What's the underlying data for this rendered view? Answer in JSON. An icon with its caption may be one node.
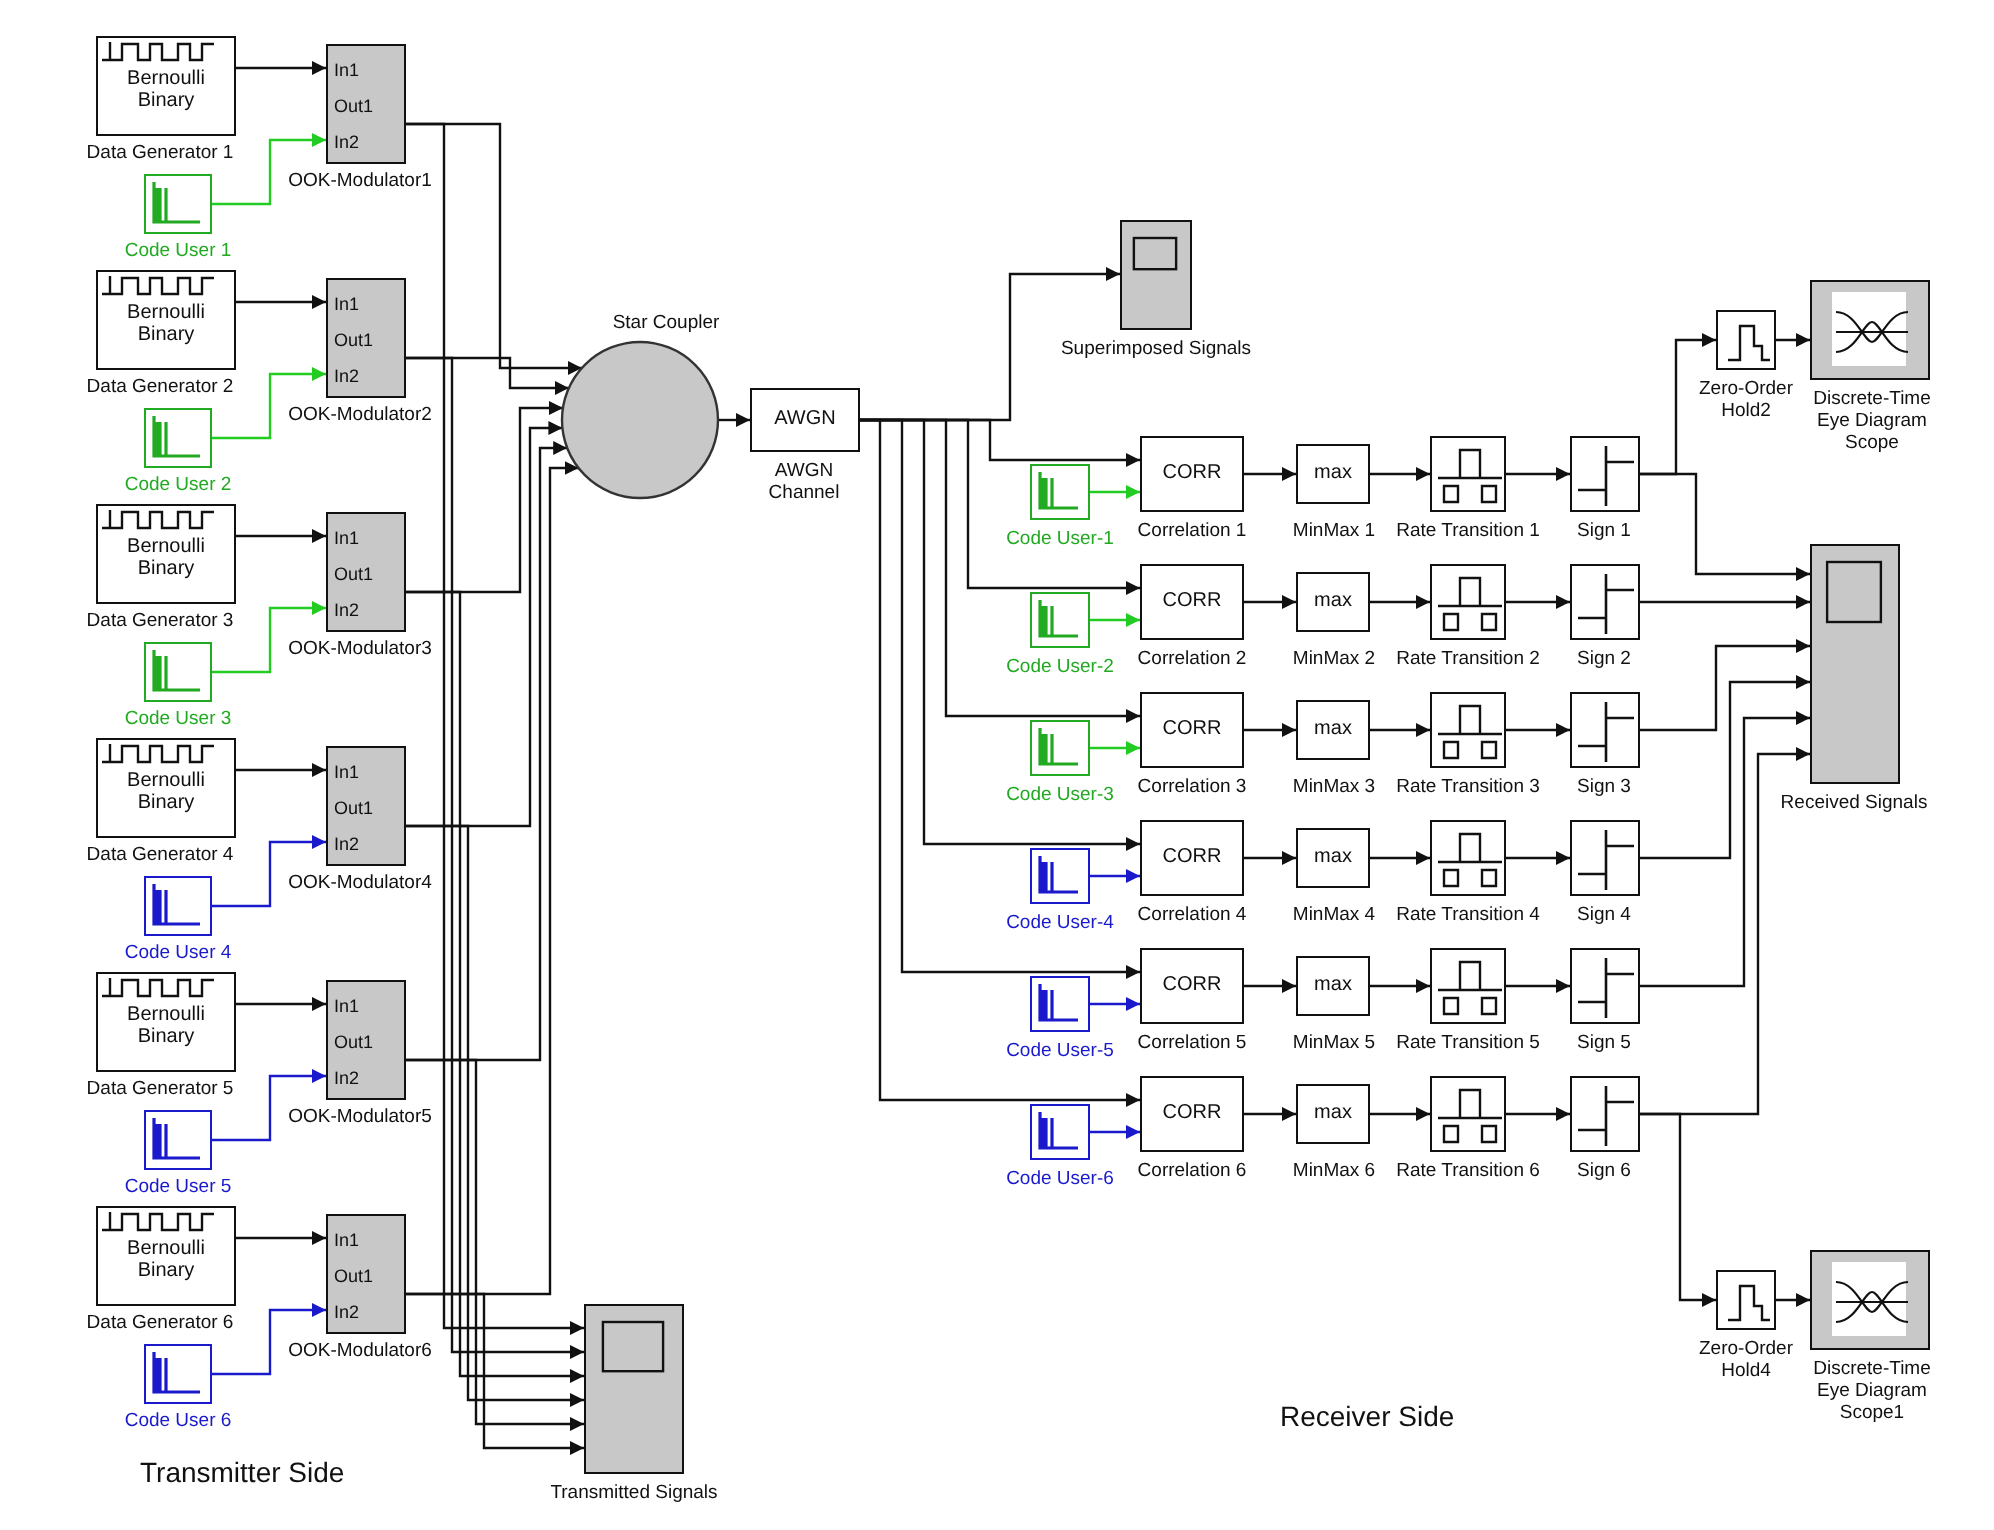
{
  "diagram": {
    "nodes": [
      {
        "text": [
          "Bernoulli Binary",
          "Data Generator 1"
        ]
      },
      {
        "text": [
          "Code User 1"
        ]
      },
      {
        "text": [
          "In1",
          "Out1",
          "In2",
          "OOK-Modulator1"
        ]
      },
      {
        "text": [
          "Bernoulli Binary",
          "Data Generator 2"
        ]
      },
      {
        "text": [
          "Code User 2"
        ]
      },
      {
        "text": [
          "In1",
          "Out1",
          "In2",
          "OOK-Modulator2"
        ]
      },
      {
        "text": [
          "Bernoulli Binary",
          "Data Generator 3"
        ]
      },
      {
        "text": [
          "Code User 3"
        ]
      },
      {
        "text": [
          "In1",
          "Out1",
          "In2",
          "OOK-Modulator3"
        ]
      },
      {
        "text": [
          "Bernoulli Binary",
          "Data Generator 4"
        ]
      },
      {
        "text": [
          "Code User 4"
        ]
      },
      {
        "text": [
          "In1",
          "Out1",
          "In2",
          "OOK-Modulator4"
        ]
      },
      {
        "text": [
          "Bernoulli Binary",
          "Data Generator 5"
        ]
      },
      {
        "text": [
          "Code User 5"
        ]
      },
      {
        "text": [
          "In1",
          "Out1",
          "In2",
          "OOK-Modulator5"
        ]
      },
      {
        "text": [
          "Bernoulli Binary",
          "Data Generator 6"
        ]
      },
      {
        "text": [
          "Code User 6"
        ]
      },
      {
        "text": [
          "In1",
          "Out1",
          "In2",
          "OOK-Modulator6"
        ]
      },
      {
        "text": [
          "Star Coupler"
        ]
      },
      {
        "text": [
          "Transmitted Signals"
        ]
      },
      {
        "text": [
          "AWGN",
          "AWGN Channel"
        ]
      },
      {
        "text": [
          "Superimposed Signals"
        ]
      },
      {
        "text": [
          "Code User-1"
        ]
      },
      {
        "text": [
          "CORR",
          "Correlation 1"
        ]
      },
      {
        "text": [
          "max",
          "MinMax 1"
        ]
      },
      {
        "text": [
          "Rate Transition 1"
        ]
      },
      {
        "text": [
          "Sign 1"
        ]
      },
      {
        "text": [
          "Code User-2"
        ]
      },
      {
        "text": [
          "CORR",
          "Correlation 2"
        ]
      },
      {
        "text": [
          "max",
          "MinMax 2"
        ]
      },
      {
        "text": [
          "Rate Transition 2"
        ]
      },
      {
        "text": [
          "Sign 2"
        ]
      },
      {
        "text": [
          "Code User-3"
        ]
      },
      {
        "text": [
          "CORR",
          "Correlation 3"
        ]
      },
      {
        "text": [
          "max",
          "MinMax 3"
        ]
      },
      {
        "text": [
          "Rate Transition 3"
        ]
      },
      {
        "text": [
          "Sign 3"
        ]
      },
      {
        "text": [
          "Code User-4"
        ]
      },
      {
        "text": [
          "CORR",
          "Correlation 4"
        ]
      },
      {
        "text": [
          "max",
          "MinMax 4"
        ]
      },
      {
        "text": [
          "Rate Transition 4"
        ]
      },
      {
        "text": [
          "Sign 4"
        ]
      },
      {
        "text": [
          "Code User-5"
        ]
      },
      {
        "text": [
          "CORR",
          "Correlation 5"
        ]
      },
      {
        "text": [
          "max",
          "MinMax 5"
        ]
      },
      {
        "text": [
          "Rate Transition 5"
        ]
      },
      {
        "text": [
          "Sign 5"
        ]
      },
      {
        "text": [
          "Code User-6"
        ]
      },
      {
        "text": [
          "CORR",
          "Correlation 6"
        ]
      },
      {
        "text": [
          "max",
          "MinMax 6"
        ]
      },
      {
        "text": [
          "Rate Transition 6"
        ]
      },
      {
        "text": [
          "Sign 6"
        ]
      },
      {
        "text": [
          "Zero-Order Hold2"
        ]
      },
      {
        "text": [
          "Discrete-Time Eye Diagram Scope"
        ]
      },
      {
        "text": [
          "Received Signals"
        ]
      },
      {
        "text": [
          "Zero-Order Hold4"
        ]
      },
      {
        "text": [
          "Discrete-Time Eye Diagram Scope1"
        ]
      }
    ],
    "edges": [
      {
        "from": 0,
        "to": 2,
        "arrow": "to"
      },
      {
        "from": 1,
        "to": 2,
        "arrow": "to",
        "color": "#22cc22"
      },
      {
        "from": 3,
        "to": 5,
        "arrow": "to"
      },
      {
        "from": 4,
        "to": 5,
        "arrow": "to",
        "color": "#22cc22"
      },
      {
        "from": 6,
        "to": 8,
        "arrow": "to"
      },
      {
        "from": 7,
        "to": 8,
        "arrow": "to",
        "color": "#22cc22"
      },
      {
        "from": 9,
        "to": 11,
        "arrow": "to"
      },
      {
        "from": 10,
        "to": 11,
        "arrow": "to",
        "color": "#1a1acc"
      },
      {
        "from": 12,
        "to": 14,
        "arrow": "to"
      },
      {
        "from": 13,
        "to": 14,
        "arrow": "to",
        "color": "#1a1acc"
      },
      {
        "from": 15,
        "to": 17,
        "arrow": "to"
      },
      {
        "from": 16,
        "to": 17,
        "arrow": "to",
        "color": "#1a1acc"
      },
      {
        "from": 2,
        "to": 18,
        "arrow": "to"
      },
      {
        "from": 5,
        "to": 18,
        "arrow": "to"
      },
      {
        "from": 8,
        "to": 18,
        "arrow": "to"
      },
      {
        "from": 11,
        "to": 18,
        "arrow": "to"
      },
      {
        "from": 14,
        "to": 18,
        "arrow": "to"
      },
      {
        "from": 17,
        "to": 18,
        "arrow": "to"
      },
      {
        "from": 2,
        "to": 19,
        "arrow": "to"
      },
      {
        "from": 5,
        "to": 19,
        "arrow": "to"
      },
      {
        "from": 8,
        "to": 19,
        "arrow": "to"
      },
      {
        "from": 11,
        "to": 19,
        "arrow": "to"
      },
      {
        "from": 14,
        "to": 19,
        "arrow": "to"
      },
      {
        "from": 17,
        "to": 19,
        "arrow": "to"
      },
      {
        "from": 18,
        "to": 20,
        "arrow": "to"
      },
      {
        "from": 20,
        "to": 21,
        "arrow": "to"
      },
      {
        "from": 20,
        "to": 23,
        "arrow": "to"
      },
      {
        "from": 20,
        "to": 28,
        "arrow": "to"
      },
      {
        "from": 20,
        "to": 33,
        "arrow": "to"
      },
      {
        "from": 20,
        "to": 38,
        "arrow": "to"
      },
      {
        "from": 20,
        "to": 43,
        "arrow": "to"
      },
      {
        "from": 20,
        "to": 48,
        "arrow": "to"
      },
      {
        "from": 22,
        "to": 23,
        "arrow": "to",
        "color": "#22cc22"
      },
      {
        "from": 23,
        "to": 24,
        "arrow": "to"
      },
      {
        "from": 24,
        "to": 25,
        "arrow": "to"
      },
      {
        "from": 25,
        "to": 26,
        "arrow": "to"
      },
      {
        "from": 27,
        "to": 28,
        "arrow": "to",
        "color": "#22cc22"
      },
      {
        "from": 28,
        "to": 29,
        "arrow": "to"
      },
      {
        "from": 29,
        "to": 30,
        "arrow": "to"
      },
      {
        "from": 30,
        "to": 31,
        "arrow": "to"
      },
      {
        "from": 32,
        "to": 33,
        "arrow": "to",
        "color": "#22cc22"
      },
      {
        "from": 33,
        "to": 34,
        "arrow": "to"
      },
      {
        "from": 34,
        "to": 35,
        "arrow": "to"
      },
      {
        "from": 35,
        "to": 36,
        "arrow": "to"
      },
      {
        "from": 37,
        "to": 38,
        "arrow": "to",
        "color": "#1a1acc"
      },
      {
        "from": 38,
        "to": 39,
        "arrow": "to"
      },
      {
        "from": 39,
        "to": 40,
        "arrow": "to"
      },
      {
        "from": 40,
        "to": 41,
        "arrow": "to"
      },
      {
        "from": 42,
        "to": 43,
        "arrow": "to",
        "color": "#1a1acc"
      },
      {
        "from": 43,
        "to": 44,
        "arrow": "to"
      },
      {
        "from": 44,
        "to": 45,
        "arrow": "to"
      },
      {
        "from": 45,
        "to": 46,
        "arrow": "to"
      },
      {
        "from": 47,
        "to": 48,
        "arrow": "to",
        "color": "#1a1acc"
      },
      {
        "from": 48,
        "to": 49,
        "arrow": "to"
      },
      {
        "from": 49,
        "to": 50,
        "arrow": "to"
      },
      {
        "from": 50,
        "to": 51,
        "arrow": "to"
      },
      {
        "from": 26,
        "to": 54,
        "arrow": "to"
      },
      {
        "from": 31,
        "to": 54,
        "arrow": "to"
      },
      {
        "from": 36,
        "to": 54,
        "arrow": "to"
      },
      {
        "from": 41,
        "to": 54,
        "arrow": "to"
      },
      {
        "from": 46,
        "to": 54,
        "arrow": "to"
      },
      {
        "from": 51,
        "to": 54,
        "arrow": "to"
      },
      {
        "from": 26,
        "to": 52,
        "arrow": "to"
      },
      {
        "from": 52,
        "to": 53,
        "arrow": "to"
      },
      {
        "from": 51,
        "to": 55,
        "arrow": "to"
      },
      {
        "from": 55,
        "to": 56,
        "arrow": "to"
      }
    ],
    "labels": [
      "Transmitter Side",
      "Receiver Side"
    ]
  }
}
